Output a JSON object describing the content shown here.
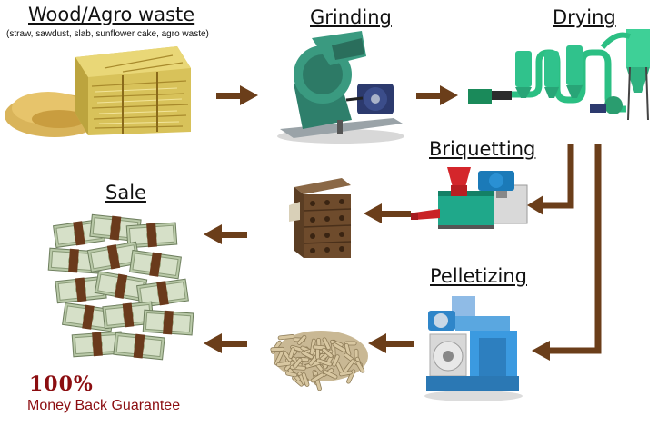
{
  "steps": {
    "waste": {
      "title": "Wood/Agro waste",
      "subtitle": "(straw, sawdust, slab, sunflower cake, agro waste)"
    },
    "grinding": {
      "title": "Grinding"
    },
    "drying": {
      "title": "Drying"
    },
    "briquetting": {
      "title": "Briquetting"
    },
    "pelletizing": {
      "title": "Pelletizing"
    },
    "sale": {
      "title": "Sale"
    }
  },
  "guarantee": {
    "percent": "100%",
    "text": "Money Back Guarantee"
  },
  "colors": {
    "arrow": "#6b3e1a",
    "guarantee": "#8b0d10",
    "machine_green": "#2f8f6a",
    "machine_blue": "#2a8fd0"
  },
  "icons": [
    "straw-bale-icon",
    "grinder-machine-icon",
    "dryer-machine-icon",
    "briquette-machine-icon",
    "briquette-stack-icon",
    "pellet-mill-icon",
    "pellet-pile-icon",
    "money-stack-icon"
  ]
}
